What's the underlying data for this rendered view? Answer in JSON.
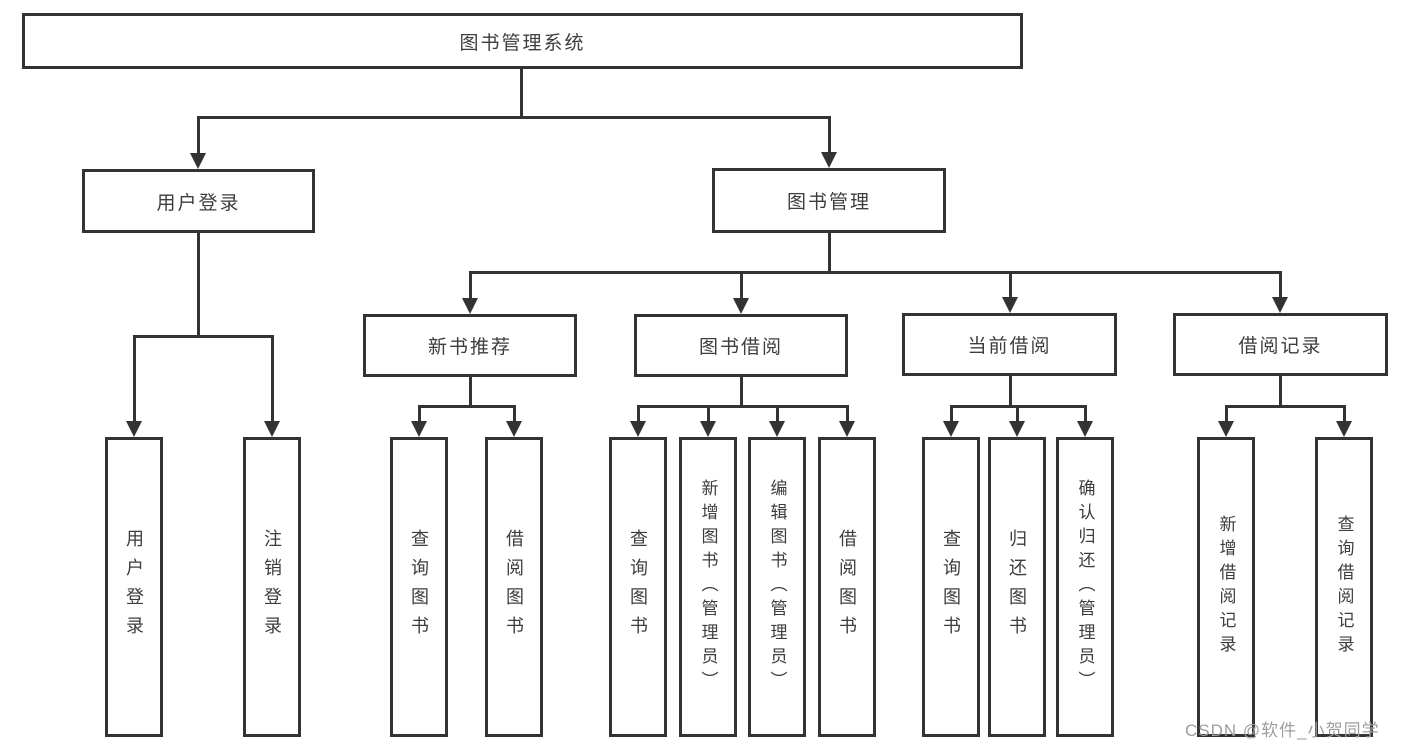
{
  "tree": {
    "root": {
      "label": "图书管理系统"
    },
    "branches": [
      {
        "label": "用户登录",
        "children": [
          {
            "label": "用户登录"
          },
          {
            "label": "注销登录"
          }
        ]
      },
      {
        "label": "图书管理",
        "children": [
          {
            "label": "新书推荐",
            "children": [
              {
                "label": "查询图书"
              },
              {
                "label": "借阅图书"
              }
            ]
          },
          {
            "label": "图书借阅",
            "children": [
              {
                "label": "查询图书"
              },
              {
                "label": "新增图书（管理员）"
              },
              {
                "label": "编辑图书（管理员）"
              },
              {
                "label": "借阅图书"
              }
            ]
          },
          {
            "label": "当前借阅",
            "children": [
              {
                "label": "查询图书"
              },
              {
                "label": "归还图书"
              },
              {
                "label": "确认归还（管理员）"
              }
            ]
          },
          {
            "label": "借阅记录",
            "children": [
              {
                "label": "新增借阅记录"
              },
              {
                "label": "查询借阅记录"
              }
            ]
          }
        ]
      }
    ]
  },
  "watermark": "CSDN @软件_小贺同学",
  "colors": {
    "line": "#333333",
    "text": "#3d3d3d",
    "watermark": "#9e9e9e",
    "background": "#ffffff"
  }
}
